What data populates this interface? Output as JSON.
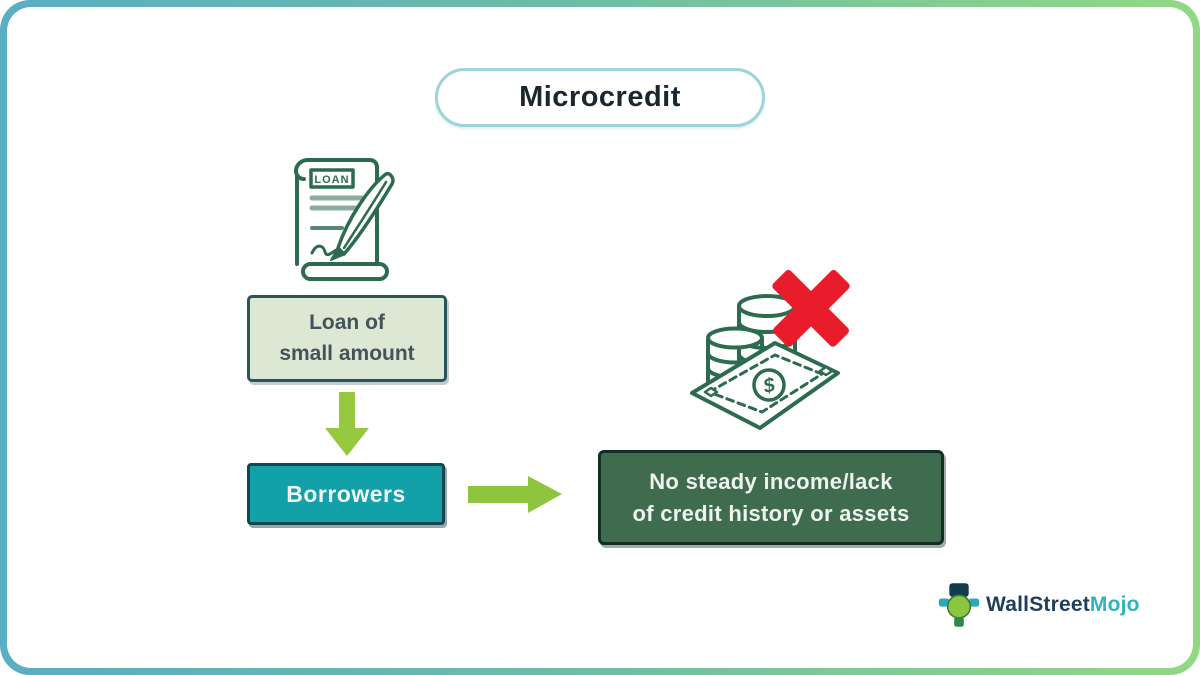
{
  "title": "Microcredit",
  "flow": {
    "loan_box": {
      "line1": "Loan of",
      "line2": "small amount"
    },
    "borrowers_box": {
      "label": "Borrowers"
    },
    "reason_box": {
      "line1": "No steady income/lack",
      "line2": "of credit history or assets"
    }
  },
  "document_icon": {
    "banner_text": "LOAN"
  },
  "money_icon": {
    "currency_symbol": "$"
  },
  "logo": {
    "text_primary": "WallStreet",
    "text_accent": "Mojo"
  },
  "colors": {
    "frame_teal": "#58aec3",
    "frame_green": "#92d883",
    "pill_border": "#9cd4da",
    "loan_box_bg": "#dce8d4",
    "loan_box_border": "#27565e",
    "borrowers_bg": "#12a0a9",
    "reason_bg": "#3f6c4e",
    "arrow_green": "#92c83e",
    "icon_stroke": "#2d6b4f",
    "cross_red": "#e81c2a",
    "logo_navy": "#1d3e5d",
    "logo_teal": "#2fb3c4"
  }
}
